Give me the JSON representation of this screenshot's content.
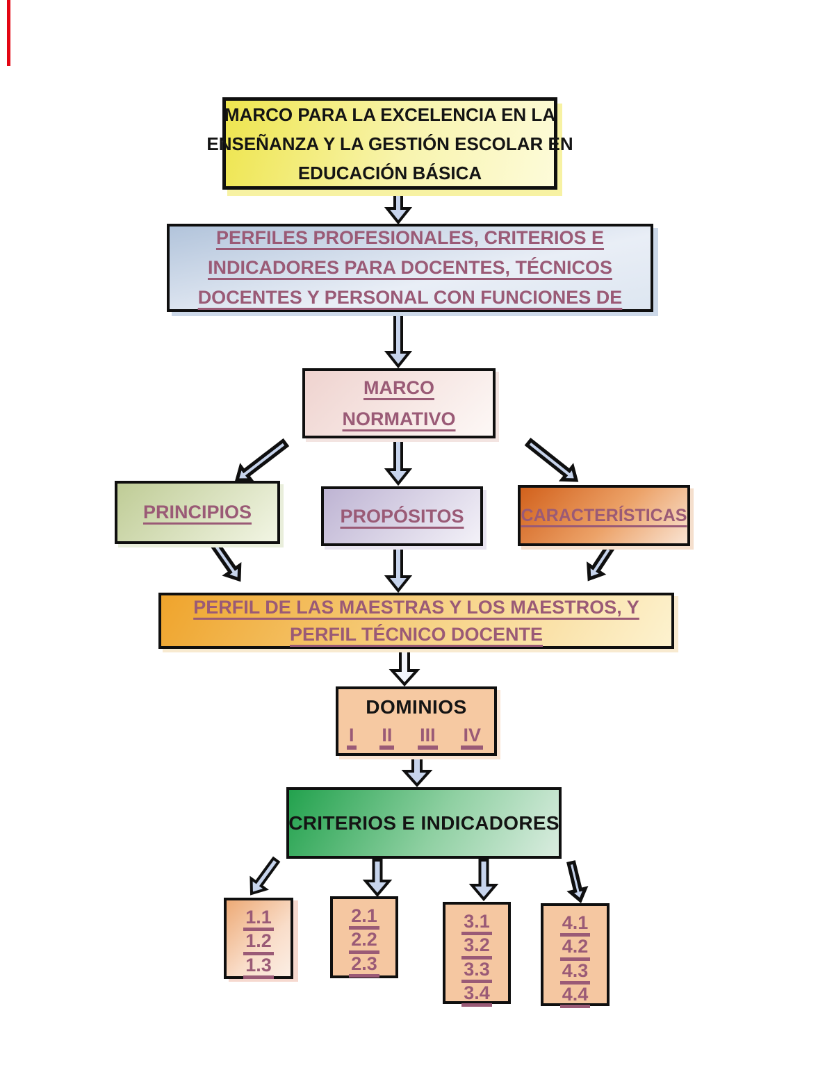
{
  "boxes": {
    "marco_excelencia": {
      "lines": [
        "MARCO PARA LA EXCELENCIA EN LA",
        "ENSEÑANZA Y LA GESTIÓN ESCOLAR EN",
        "EDUCACIÓN BÁSICA"
      ]
    },
    "perfiles": {
      "lines": [
        "PERFILES PROFESIONALES, CRITERIOS E",
        "INDICADORES PARA DOCENTES, TÉCNICOS",
        "DOCENTES Y PERSONAL CON FUNCIONES DE"
      ]
    },
    "marco_normativo": {
      "lines": [
        "MARCO",
        "NORMATIVO"
      ]
    },
    "principios": {
      "label": "PRINCIPIOS"
    },
    "propositos": {
      "label": "PROPÓSITOS"
    },
    "caracteristicas": {
      "label": "CARACTERÍSTICAS"
    },
    "perfil_maestras": {
      "lines": [
        "PERFIL DE LAS MAESTRAS Y LOS MAESTROS, Y",
        "PERFIL TÉCNICO DOCENTE"
      ]
    },
    "dominios": {
      "title": "DOMINIOS",
      "numerals": [
        "I",
        "II",
        "III",
        "IV"
      ]
    },
    "criterios": {
      "label": "CRITERIOS E INDICADORES"
    },
    "grupo1": {
      "items": [
        "1.1",
        "1.2",
        "1.3"
      ]
    },
    "grupo2": {
      "items": [
        "2.1",
        "2.2",
        "2.3"
      ]
    },
    "grupo3": {
      "items": [
        "3.1",
        "3.2",
        "3.3",
        "3.4"
      ]
    },
    "grupo4": {
      "items": [
        "4.1",
        "4.2",
        "4.3",
        "4.4"
      ]
    }
  },
  "colors": {
    "accent_text": "#9a5a76",
    "box_border": "#0f0f0f",
    "arrow_fill": "#c7d4ec",
    "arrow_fill_light": "#f2f5fb",
    "yellow_box": "#eee54e",
    "blue_box": "#b2c4db",
    "pink_box": "#efd3cf",
    "green_box": "#bfcc96",
    "purple_box": "#beb4d3",
    "orange_box": "#d2611c",
    "gold_box": "#efa42c",
    "peach_box": "#f6c9a2",
    "green_criterios": "#23a24e",
    "red_mark": "#e30613"
  }
}
